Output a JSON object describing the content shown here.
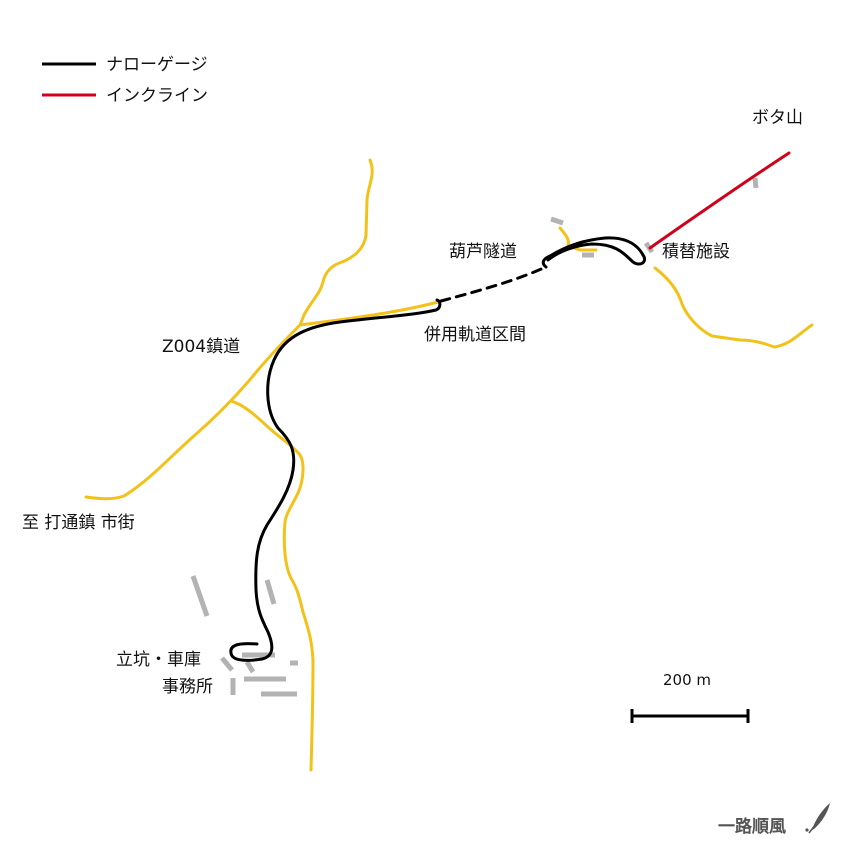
{
  "colors": {
    "narrow_gauge": "#000000",
    "incline": "#d0021b",
    "road": "#f2c21b",
    "building": "#b3b3b3",
    "brand": "#555555"
  },
  "legend": {
    "narrow_gauge": "ナローゲージ",
    "incline": "インクライン"
  },
  "labels": {
    "bota_yama": "ボタ山",
    "tsumikae": "積替施設",
    "koro_tunnel": "葫芦隧道",
    "heiyo_kukan": "併用軌道区間",
    "z004": "Z004鎮道",
    "to_town": "至 打通鎮 市街",
    "shaft_line1": "立坑・車庫",
    "shaft_line2": "事務所"
  },
  "scale": {
    "label": "200 m"
  },
  "brand": {
    "text": "一路順風",
    "icon": "feather-pen-icon"
  }
}
